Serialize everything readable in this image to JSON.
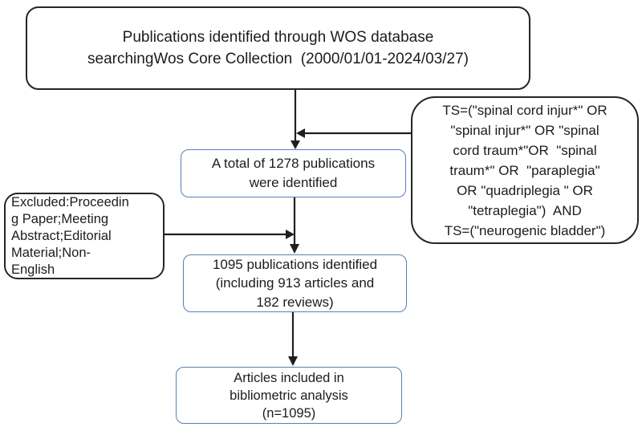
{
  "colors": {
    "border_black": "#262626",
    "border_blue": "#5b7db6",
    "text": "#1c1c1c",
    "arrow": "#1f1f1f",
    "background": "#ffffff"
  },
  "flowchart": {
    "source_box": {
      "lines": [
        "Publications identified through WOS database",
        "searchingWos Core Collection  (2000/01/01-2024/03/27)"
      ]
    },
    "query_box": {
      "lines": [
        "TS=(\"spinal cord injur*\" OR",
        "\"spinal injur*\" OR \"spinal",
        "cord traum*\"OR  \"spinal",
        "traum*\" OR  \"paraplegia\"",
        "OR \"quadriplegia \" OR",
        "\"tetraplegia\")  AND",
        "TS=(\"neurogenic bladder\")"
      ]
    },
    "excluded_box": {
      "lines": [
        "Excluded:Proceedin",
        "g Paper;Meeting",
        "Abstract;Editorial",
        "Material;Non-",
        "English"
      ]
    },
    "identified_box": {
      "lines": [
        "A total of 1278 publications",
        "were identified"
      ]
    },
    "screened_box": {
      "lines": [
        "1095 publications identified",
        "(including 913 articles and",
        "182 reviews)"
      ]
    },
    "included_box": {
      "lines": [
        "Articles included in",
        "bibliometric analysis",
        "(n=1095)"
      ]
    }
  }
}
